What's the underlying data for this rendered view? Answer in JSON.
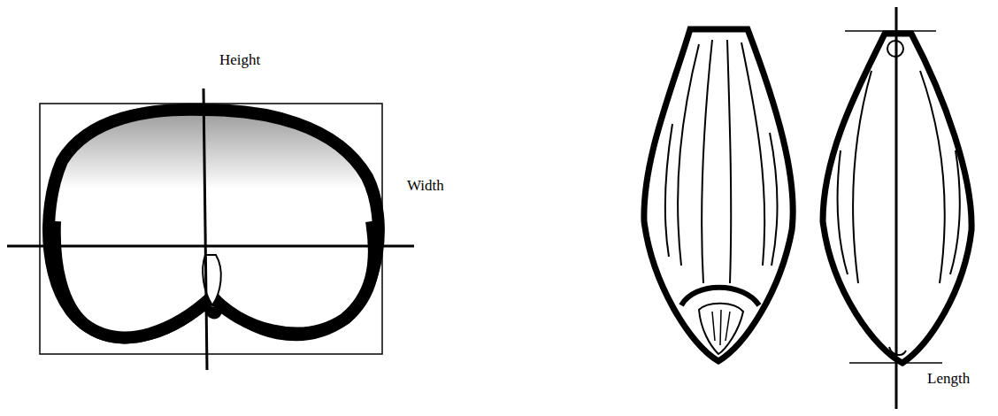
{
  "diagram": {
    "labels": [
      "Height",
      "Width",
      "Length"
    ]
  }
}
